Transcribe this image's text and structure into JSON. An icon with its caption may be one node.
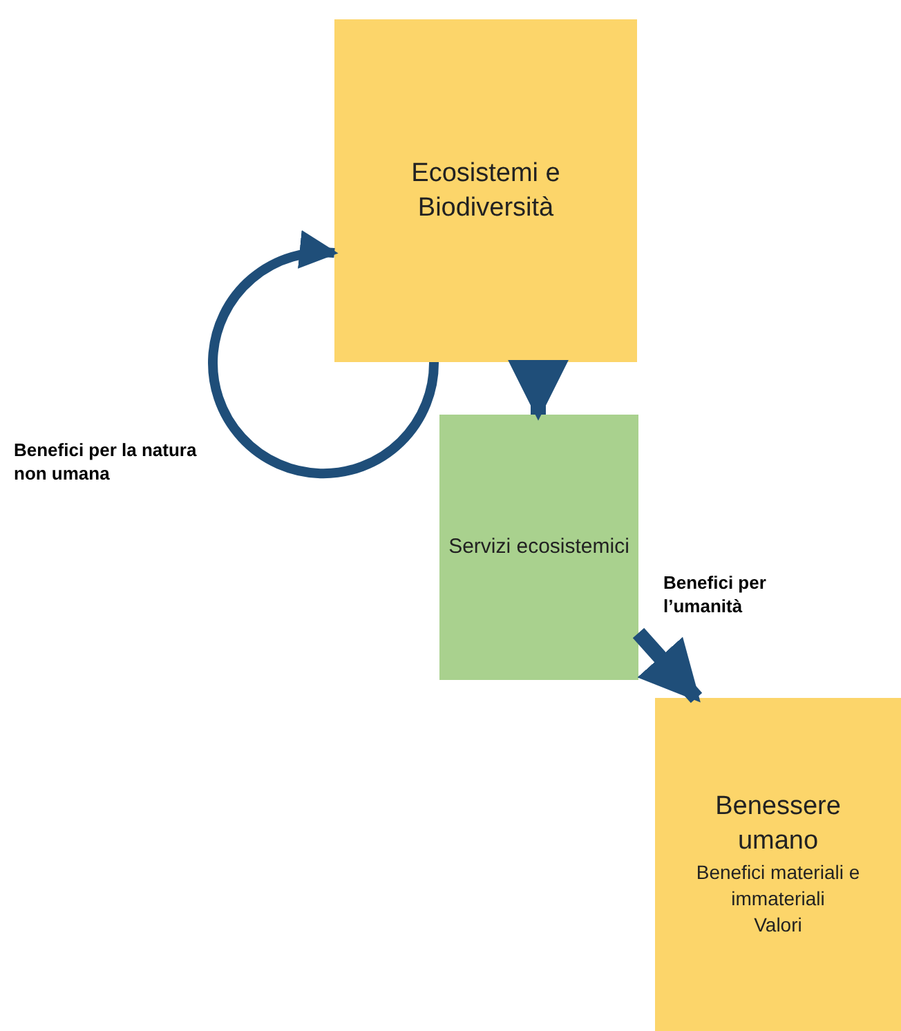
{
  "diagram": {
    "nodes": [
      {
        "text": [
          "Ecosistemi e Biodiversità"
        ]
      },
      {
        "text": [
          "Servizi ecosistemici"
        ]
      },
      {
        "text": [
          "Benessere umano",
          "Benefici materiali e immateriali",
          "Valori"
        ]
      }
    ],
    "edges": [
      {
        "from": 0,
        "to": 0,
        "arrow": "to",
        "label": "Benefici per la natura non umana"
      },
      {
        "from": 0,
        "to": 1,
        "arrow": "to"
      },
      {
        "from": 1,
        "to": 2,
        "arrow": "to",
        "label": "Benefici per l’umanità"
      }
    ]
  }
}
